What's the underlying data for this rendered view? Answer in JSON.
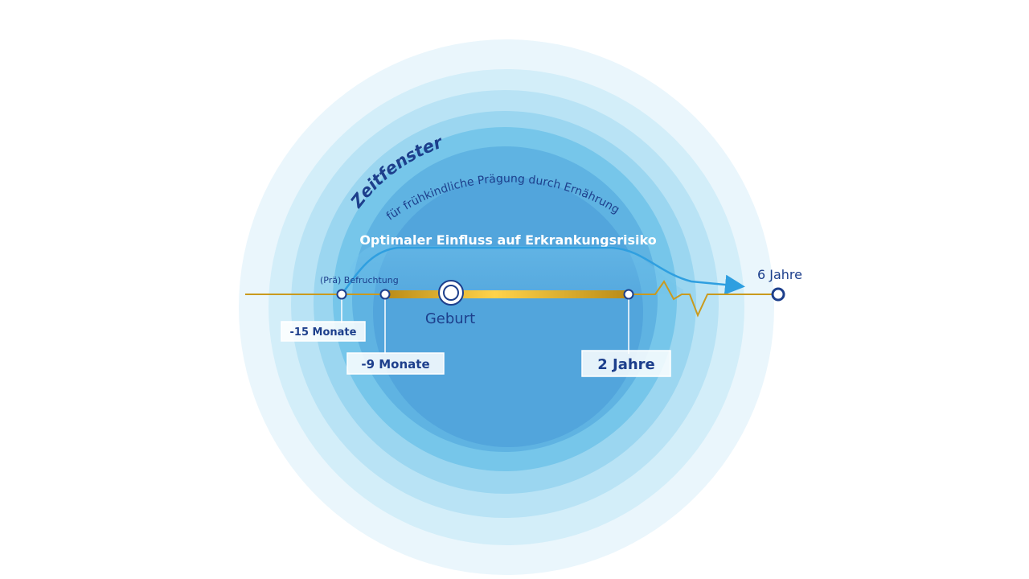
{
  "diagram": {
    "title": "Zeitfenster",
    "subtitle": "für frühkindliche Prägung durch Ernährung",
    "optimal_label": "Optimaler Einfluss auf Erkrankungsrisiko",
    "preconception_label": "(Prä) Befruchtung",
    "birth_label": "Geburt",
    "end_label": "6 Jahre",
    "milestones": {
      "minus15": "-15 Monate",
      "minus9": "-9 Monate",
      "two_years": "2 Jahre"
    },
    "colors": {
      "ring1": "#eaf6fc",
      "ring2": "#d3eef9",
      "ring3": "#b9e3f5",
      "ring4": "#9bd6f0",
      "ring5": "#76c6ea",
      "ring6": "#5fb3e2",
      "core": "#52a5dc",
      "timeline": "#c99a1e",
      "timeline_highlight": "#ffd34a",
      "curve": "#2f9fe0",
      "text_dark": "#1d3f8c"
    }
  }
}
